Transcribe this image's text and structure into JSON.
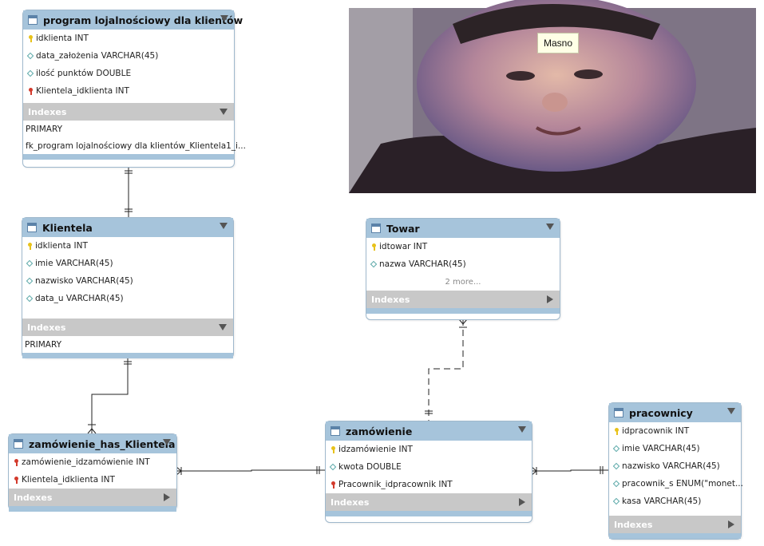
{
  "photo": {
    "label": "Masno"
  },
  "tables": {
    "program": {
      "title": "program lojalnościowy dla klientów",
      "columns": [
        "idklienta INT",
        "data_założenia VARCHAR(45)",
        "ilość punktów DOUBLE",
        "Klientela_idklienta INT"
      ],
      "indexes_label": "Indexes",
      "indexes": [
        "PRIMARY",
        "fk_program lojalnościowy dla klientów_Klientela1_i..."
      ]
    },
    "klientela": {
      "title": "Klientela",
      "columns": [
        "idklienta INT",
        "imie VARCHAR(45)",
        "nazwisko VARCHAR(45)",
        "data_u VARCHAR(45)"
      ],
      "indexes_label": "Indexes",
      "indexes": [
        "PRIMARY"
      ]
    },
    "towar": {
      "title": "Towar",
      "columns": [
        "idtowar INT",
        "nazwa VARCHAR(45)"
      ],
      "more": "2 more...",
      "indexes_label": "Indexes"
    },
    "zhk": {
      "title": "zamówienie_has_Klientela",
      "columns": [
        "zamówienie_idzamówienie INT",
        "Klientela_idklienta INT"
      ],
      "indexes_label": "Indexes"
    },
    "zamowienie": {
      "title": "zamówienie",
      "columns": [
        "idzamówienie INT",
        "kwota DOUBLE",
        "Pracownik_idpracownik INT"
      ],
      "indexes_label": "Indexes"
    },
    "pracownicy": {
      "title": "pracownicy",
      "columns": [
        "idpracownik INT",
        "imie VARCHAR(45)",
        "nazwisko VARCHAR(45)",
        "pracownik_s ENUM(\"monet...",
        "kasa VARCHAR(45)"
      ],
      "indexes_label": "Indexes"
    }
  }
}
